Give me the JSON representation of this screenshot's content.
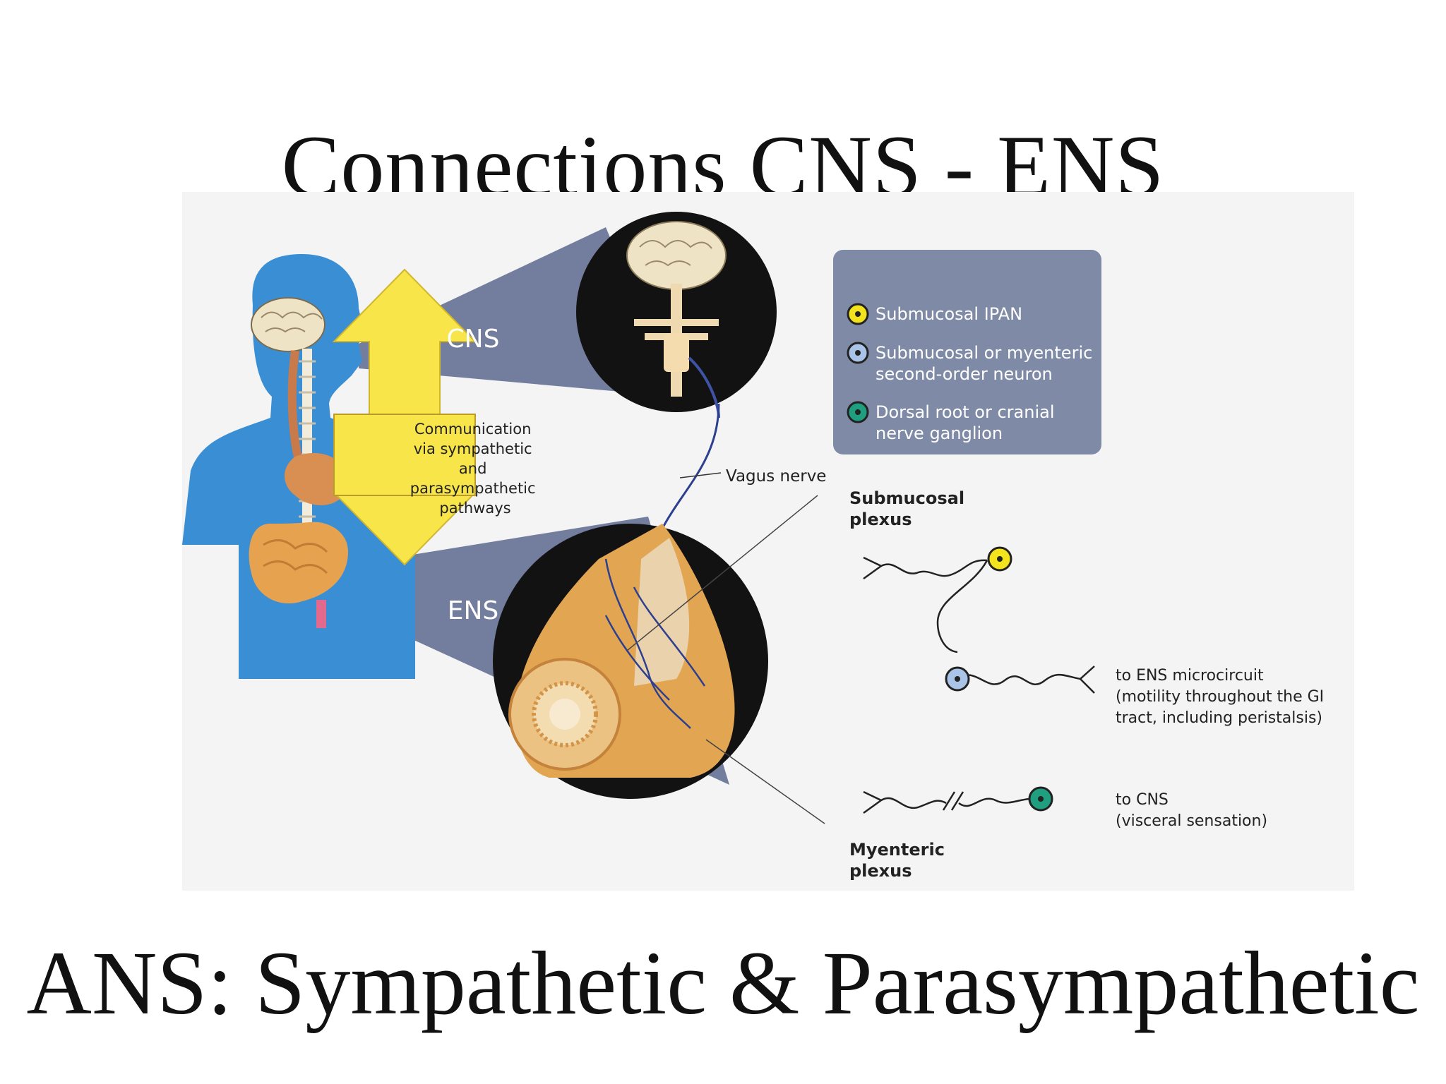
{
  "slide": {
    "title": "Connections CNS - ENS",
    "bottom_title": "ANS: Sympathetic &  Parasympathetic"
  },
  "figure": {
    "cns_label": "CNS",
    "ens_label": "ENS",
    "arrow_text": [
      "Communication",
      "via sympathetic",
      "and",
      "parasympathetic",
      "pathways"
    ],
    "vagus_label": "Vagus nerve",
    "submucosal_label": [
      "Submucosal",
      "plexus"
    ],
    "myenteric_label": [
      "Myenteric",
      "plexus"
    ],
    "legend": [
      {
        "lines": [
          "Submucosal IPAN"
        ],
        "color": "#f2e31c"
      },
      {
        "lines": [
          "Submucosal or myenteric",
          "second-order neuron"
        ],
        "color": "#a9c4e6"
      },
      {
        "lines": [
          "Dorsal root or cranial",
          "nerve ganglion"
        ],
        "color": "#1f9e80"
      }
    ],
    "ens_output": [
      "to ENS microcircuit",
      "(motility throughout the GI",
      "tract, including peristalsis)"
    ],
    "cns_output": [
      "to CNS",
      "(visceral sensation)"
    ],
    "colors": {
      "body": "#3a8fd4",
      "beam": "#737e9e",
      "arrow": "#f7e54a",
      "legend_panel": "#7f8aa6",
      "gut": "#e2a551"
    }
  }
}
